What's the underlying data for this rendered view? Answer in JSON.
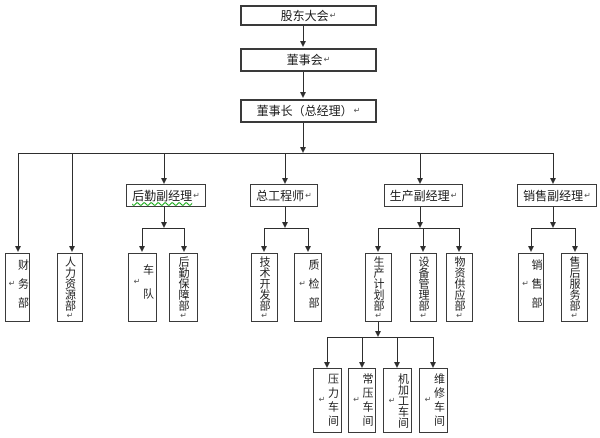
{
  "diagram": {
    "type": "org-chart",
    "paragraph_mark": "↵",
    "line_color": "#2e2e2e",
    "grammar_underline_color": "#00a000",
    "nodes": {
      "shareholders": {
        "label": "股东大会"
      },
      "board": {
        "label": "董事会"
      },
      "chairman": {
        "label": "董事长（总经理）"
      },
      "logistics_mgr": {
        "label": "后勤副经理"
      },
      "chief_engineer": {
        "label": "总工程师"
      },
      "production_mgr": {
        "label": "生产副经理"
      },
      "sales_mgr": {
        "label": "销售副经理"
      },
      "finance": {
        "label": "财务部"
      },
      "hr": {
        "label": "人力资源部"
      },
      "fleet": {
        "label": "车队"
      },
      "logistics_support": {
        "label": "后勤保障部"
      },
      "tech_dev": {
        "label": "技术开发部"
      },
      "qc": {
        "label": "质检部"
      },
      "prod_planning": {
        "label": "生产计划部"
      },
      "equipment": {
        "label": "设备管理部"
      },
      "material_supply": {
        "label": "物资供应部"
      },
      "sales_dept": {
        "label": "销售部"
      },
      "after_sales": {
        "label": "售后服务部"
      },
      "pressure_ws": {
        "label": "压力车间"
      },
      "atmospheric_ws": {
        "label": "常压车间"
      },
      "machining_ws": {
        "label": "机加工车间"
      },
      "maintenance_ws": {
        "label": "维修车间"
      }
    },
    "edges": [
      {
        "from": "shareholders",
        "to": [
          "board"
        ]
      },
      {
        "from": "board",
        "to": [
          "chairman"
        ]
      },
      {
        "from": "chairman",
        "to": [
          "finance",
          "hr",
          "logistics_mgr",
          "chief_engineer",
          "production_mgr",
          "sales_mgr"
        ]
      },
      {
        "from": "logistics_mgr",
        "to": [
          "fleet",
          "logistics_support"
        ]
      },
      {
        "from": "chief_engineer",
        "to": [
          "tech_dev",
          "qc"
        ]
      },
      {
        "from": "production_mgr",
        "to": [
          "prod_planning",
          "equipment",
          "material_supply"
        ]
      },
      {
        "from": "sales_mgr",
        "to": [
          "sales_dept",
          "after_sales"
        ]
      },
      {
        "from": "prod_planning",
        "to": [
          "pressure_ws",
          "atmospheric_ws",
          "machining_ws",
          "maintenance_ws"
        ]
      }
    ]
  }
}
